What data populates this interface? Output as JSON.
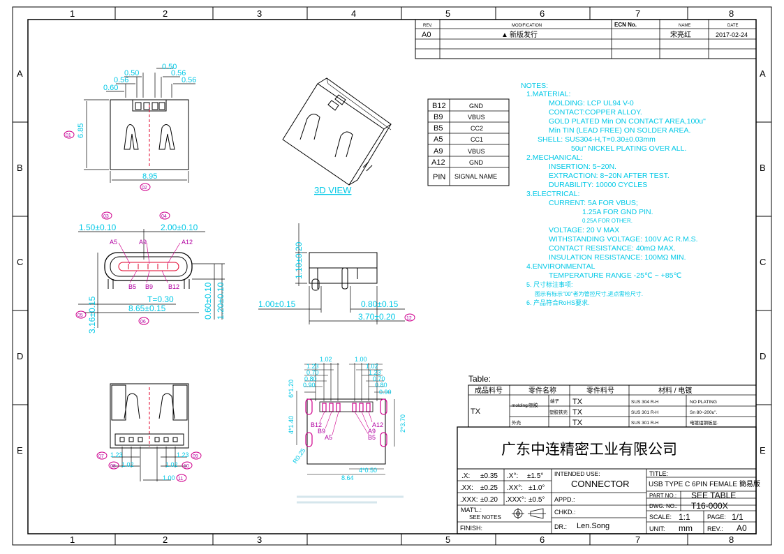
{
  "frame": {
    "columns": [
      "1",
      "2",
      "3",
      "4",
      "5",
      "6",
      "7",
      "8"
    ],
    "rows": [
      "A",
      "B",
      "C",
      "D",
      "E"
    ]
  },
  "revision_block": {
    "headers": {
      "rev": "REV.",
      "modification": "MODIFICATION",
      "ecn": "ECN No.",
      "name": "NAME",
      "date": "DATE"
    },
    "rows": [
      {
        "rev": "A0",
        "modification": "新版发行",
        "ecn": "",
        "name": "宋亮红",
        "date": "2017-02-24"
      }
    ]
  },
  "pin_table": {
    "rows": [
      {
        "pin": "B12",
        "signal": "GND"
      },
      {
        "pin": "B9",
        "signal": "VBUS"
      },
      {
        "pin": "B5",
        "signal": "CC2"
      },
      {
        "pin": "A5",
        "signal": "CC1"
      },
      {
        "pin": "A9",
        "signal": "VBUS"
      },
      {
        "pin": "A12",
        "signal": "GND"
      }
    ],
    "footer": {
      "pin": "PIN",
      "signal": "SIGNAL NAME"
    }
  },
  "notes": {
    "lines": [
      "NOTES:",
      "1.MATERIAL:",
      "MOLDING: LCP UL94 V-0",
      "CONTACT:COPPER ALLOY.",
      "GOLD PLATED Min ON CONTACT AREA,100u\"",
      "Min TIN (LEAD FREE) ON SOLDER AREA.",
      "SHELL: SUS304-H,T=0.30±0.03mm",
      "50u\" NICKEL PLATING OVER ALL.",
      "2.MECHANICAL:",
      "INSERTION: 5~20N.",
      "EXTRACTION: 8~20N AFTER TEST.",
      "DURABILITY: 10000 CYCLES",
      "3.ELECTRICAL:",
      "CURRENT: 5A FOR VBUS;",
      "1.25A FOR GND PIN.",
      "0.25A FOR OTHER.",
      "VOLTAGE: 20 V MAX",
      "WITHSTANDING VOLTAGE: 100V AC R.M.S.",
      "CONTACT RESISTANCE: 40mΩ MAX.",
      "INSULATION RESISTANCE: 100MΩ MIN.",
      "4.ENVIRONMENTAL",
      "TEMPERATURE RANGE -25℃ ~ +85℃",
      "5. 尺寸标注事项:",
      "图示有标示\"00\"者为管控尺寸,进点需检尺寸.",
      "6. 产品符合RoHS要求."
    ]
  },
  "view_labels": {
    "view_3d": "3D VIEW"
  },
  "dimensions": {
    "top_view": {
      "d050a": "0.50",
      "d050b": "0.50",
      "d056a": "0.56",
      "d056b": "0.56",
      "d056c": "0.56",
      "d060": "0.60",
      "d685": "6.85",
      "d895": "8.95",
      "b01": "01",
      "b02": "02"
    },
    "front_view": {
      "d150": "1.50±0.10",
      "d200": "2.00±0.10",
      "b03": "03",
      "b04": "04",
      "A5": "A5",
      "A9": "A9",
      "A12": "A12",
      "B5": "B5",
      "B9": "B9",
      "B12": "B12",
      "T": "T=0.30",
      "d865": "8.65±0.15",
      "b06": "06",
      "d316": "3.16±0.15",
      "b05": "05",
      "d060": "0.60±0.10",
      "d120": "1.20±0.10"
    },
    "side_view": {
      "d110": "1.10±0.20",
      "d100": "1.00±0.15",
      "d080": "0.80±0.15",
      "d370": "3.70±0.20",
      "b12": "12"
    },
    "bottom_view": {
      "d123a": "1.23",
      "d102a": "1.02",
      "d123b": "1.23",
      "d102b": "1.02",
      "d100": "1.00",
      "b07": "07",
      "b08": "08",
      "b09": "09",
      "b10": "10",
      "b11": "11"
    },
    "footprint": {
      "top": [
        "1.02",
        "1.00",
        "1.23",
        "1.02",
        "0.70",
        "1.23",
        "0.80",
        "0.70",
        "0.90",
        "0.80",
        "0.90"
      ],
      "d120": "6*1.20",
      "d140": "4*1.40",
      "d2370": "2*3.70",
      "d025": "R0.25",
      "d864": "8.64",
      "d050": "4*0.50",
      "B12": "B12",
      "B9": "B9",
      "A5": "A5",
      "A12": "A12",
      "A9": "A9",
      "B5": "B5"
    }
  },
  "material_table": {
    "caption": "Table:",
    "headers": [
      "成品料号",
      "零件名称",
      "零件料号",
      "材料 / 电镀"
    ],
    "part_number": "TX",
    "rows": [
      {
        "group": "molding/塑胶",
        "name": "端子",
        "part": "TX",
        "material": "SUS 304 R-H",
        "plating": "NO PLATING"
      },
      {
        "group": "",
        "name": "塑胶铁壳",
        "part": "TX",
        "material": "SUS 301 R-H",
        "plating": "Sn 80~200u\"."
      },
      {
        "group": "外壳",
        "name": "",
        "part": "TX",
        "material": "SUS 301 R-H",
        "plating": "电镀组钢板层."
      }
    ]
  },
  "title_block": {
    "company": "广东中连精密工业有限公司",
    "tolerances": [
      {
        "a": ".X:",
        "av": "±0.35",
        "b": ".X°:",
        "bv": "±1.5°"
      },
      {
        "a": ".XX:",
        "av": "±0.25",
        "b": ".XX°:",
        "bv": "±1.0°"
      },
      {
        "a": ".XXX:",
        "av": "±0.20",
        "b": ".XXX°:",
        "bv": "±0.5°"
      }
    ],
    "material_label": "MAT'L.:",
    "material_value": "SEE NOTES",
    "finish_label": "FINISH:",
    "intended_use_label": "INTENDED USE:",
    "intended_use_value": "CONNECTOR",
    "appd_label": "APPD.:",
    "chkd_label": "CHKD.:",
    "dr_label": "DR.:",
    "dr_value": "Len.Song",
    "title_label": "TITLE:",
    "title_value": "USB TYPE C 6PIN FEMALE 簡易版",
    "part_no_label": "PART NO.:",
    "part_no_value": "SEE TABLE",
    "dwg_no_label": "DWG. NO.:",
    "dwg_no_value": "T16-000X",
    "scale_label": "SCALE:",
    "scale_value": "1:1",
    "page_label": "PAGE:",
    "page_value": "1/1",
    "unit_label": "UNIT:",
    "unit_value": "mm",
    "rev_label": "REV.:",
    "rev_value": "A0"
  }
}
